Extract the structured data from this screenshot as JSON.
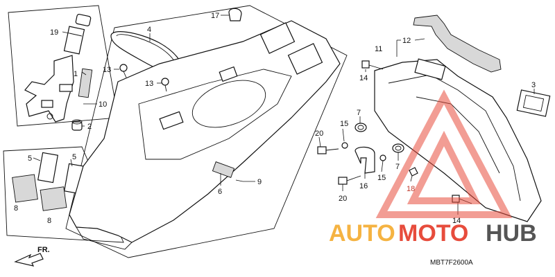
{
  "diagram_code": "MBT7F2600A",
  "front_marker": "FR.",
  "callouts": {
    "c1": "1",
    "c2": "2",
    "c3": "3",
    "c4": "4",
    "c5a": "5",
    "c5b": "5",
    "c6": "6",
    "c7a": "7",
    "c7b": "7",
    "c8a": "8",
    "c8b": "8",
    "c9": "9",
    "c10": "10",
    "c11": "11",
    "c12": "12",
    "c13a": "13",
    "c13b": "13",
    "c14a": "14",
    "c14b": "14",
    "c15a": "15",
    "c15b": "15",
    "c16": "16",
    "c17": "17",
    "c18": "18",
    "c19": "19",
    "c20a": "20",
    "c20b": "20"
  },
  "watermark": {
    "word_a": "AUTO",
    "word_b": "MOTO",
    "word_c": "HUB",
    "color_a": "#f5b342",
    "color_b": "#e74c3c",
    "color_c": "#555555"
  }
}
